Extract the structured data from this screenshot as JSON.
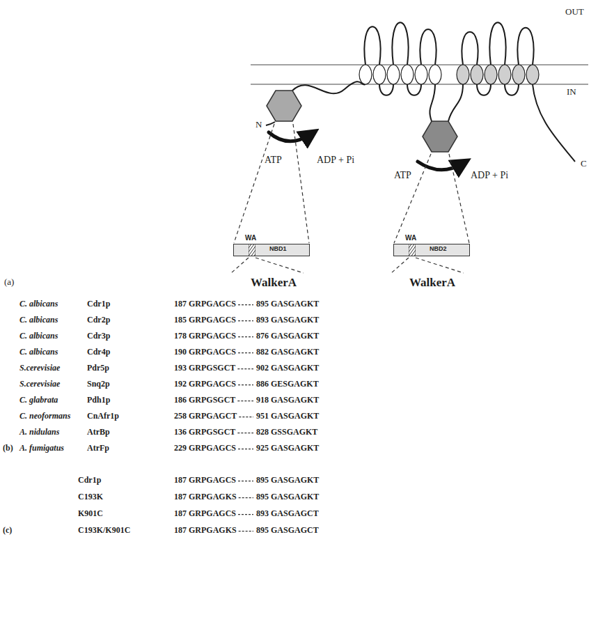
{
  "diagram": {
    "nodes": [
      {
        "text": [
          "WA",
          "NBD1"
        ]
      },
      {
        "text": [
          "WA",
          "NBD2"
        ]
      }
    ],
    "labels": [
      "OUT",
      "IN",
      "N",
      "C",
      "ATP",
      "ADP + Pi",
      "ATP",
      "ADP + Pi",
      "WalkerA",
      "WalkerA",
      "(a)",
      "(b)",
      "(c)",
      "C. albicans",
      "Cdr1p",
      "187 GRPGAGCS",
      "895 GASGAGKT",
      "C. albicans",
      "Cdr2p",
      "185 GRPGAGCS",
      "893 GASGAGKT",
      "C. albicans",
      "Cdr3p",
      "178 GRPGAGCS",
      "876 GASGAGKT",
      "C. albicans",
      "Cdr4p",
      "190 GRPGAGCS",
      "882 GASGAGKT",
      "S.cerevisiae",
      "Pdr5p",
      "193 GRPGSGCT",
      "902 GASGAGKT",
      "S.cerevisiae",
      "Snq2p",
      "192 GRPGAGCS",
      "886 GESGAGKT",
      "C. glabrata",
      "Pdh1p",
      "186 GRPGSGCT",
      "918 GASGAGKT",
      "C. neoformans",
      "CnAfr1p",
      "258 GRPGAGCT",
      "951 GASGAGKT",
      "A. nidulans",
      "AtrBp",
      "136 GRPGSGCT",
      "828 GSSGAGKT",
      "A. fumigatus",
      "AtrFp",
      "229 GRPGAGCS",
      "925 GASGAGKT",
      "Cdr1p",
      "187 GRPGAGCS",
      "895 GASGAGKT",
      "C193K",
      "187 GRPGAGKS",
      "895 GASGAGKT",
      "K901C",
      "187 GRPGAGCS",
      "893 GASGAGCT",
      "C193K/K901C",
      "187 GRPGAGKS",
      "895 GASGAGCT"
    ]
  }
}
